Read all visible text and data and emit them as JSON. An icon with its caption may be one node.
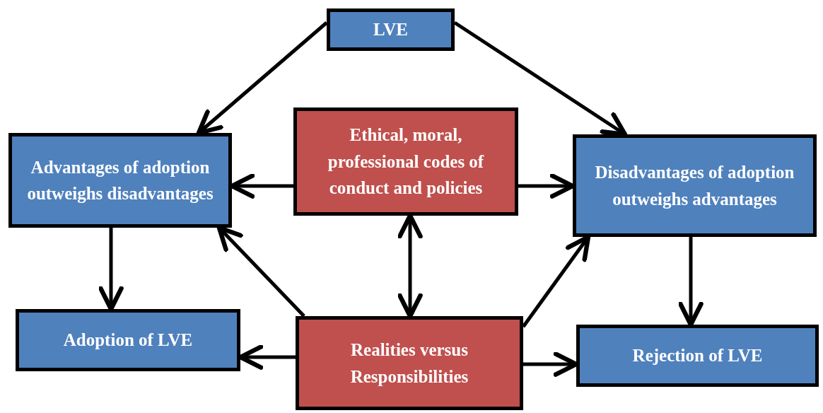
{
  "diagram": {
    "nodes": [
      {
        "text": [
          "LVE"
        ]
      },
      {
        "text": [
          "Advantages of adoption outweighs disadvantages"
        ]
      },
      {
        "text": [
          "Ethical, moral, professional codes of conduct and policies"
        ]
      },
      {
        "text": [
          "Disadvantages of adoption outweighs advantages"
        ]
      },
      {
        "text": [
          "Adoption of LVE"
        ]
      },
      {
        "text": [
          "Realities versus Responsibilities"
        ]
      },
      {
        "text": [
          "Rejection of LVE"
        ]
      }
    ],
    "edges": [
      {
        "from": 0,
        "to": 1,
        "arrow": "to"
      },
      {
        "from": 0,
        "to": 3,
        "arrow": "to"
      },
      {
        "from": 2,
        "to": 1,
        "arrow": "to"
      },
      {
        "from": 2,
        "to": 3,
        "arrow": "to"
      },
      {
        "from": 2,
        "to": 5,
        "arrow": "both"
      },
      {
        "from": 1,
        "to": 4,
        "arrow": "to"
      },
      {
        "from": 3,
        "to": 6,
        "arrow": "to"
      },
      {
        "from": 5,
        "to": 1,
        "arrow": "to"
      },
      {
        "from": 5,
        "to": 3,
        "arrow": "to"
      },
      {
        "from": 5,
        "to": 4,
        "arrow": "to"
      },
      {
        "from": 5,
        "to": 6,
        "arrow": "to"
      }
    ]
  }
}
